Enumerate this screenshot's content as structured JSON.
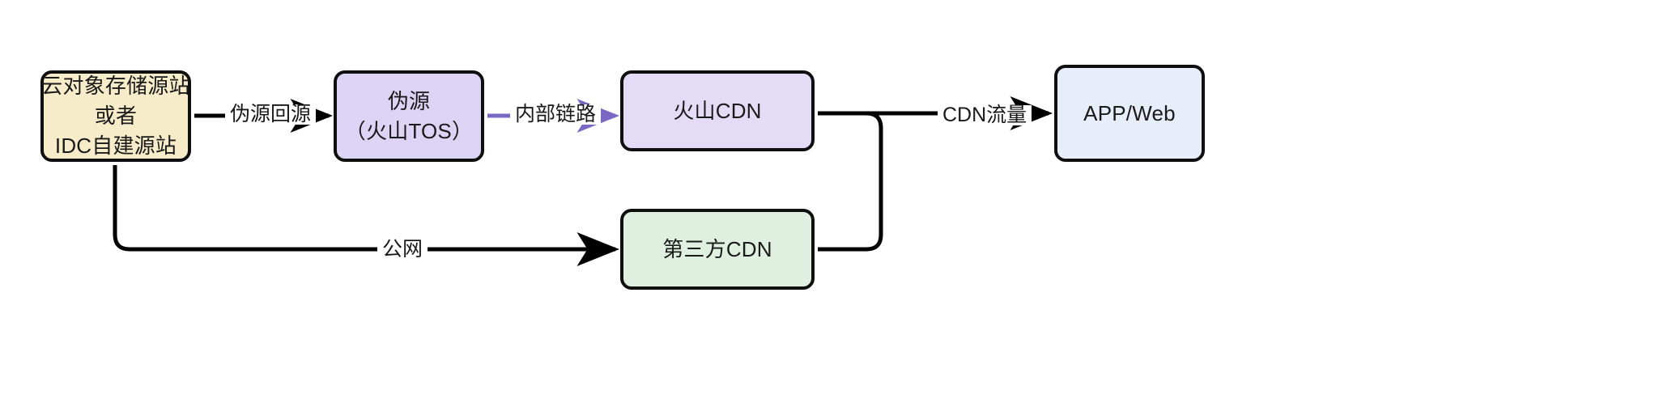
{
  "diagram": {
    "type": "flow",
    "nodes": [
      {
        "id": "origin",
        "lines": [
          "云对象存储源站",
          "或者",
          "IDC自建源站"
        ],
        "fill": "#f7ecc9"
      },
      {
        "id": "pseudo-origin",
        "lines": [
          "伪源",
          "（火山TOS）"
        ],
        "fill": "#ddd3f5"
      },
      {
        "id": "volcano-cdn",
        "lines": [
          "火山CDN"
        ],
        "fill": "#e4dcf7"
      },
      {
        "id": "thirdparty-cdn",
        "lines": [
          "第三方CDN"
        ],
        "fill": "#dff0e0"
      },
      {
        "id": "app-web",
        "lines": [
          "APP/Web"
        ],
        "fill": "#e8edfa"
      }
    ],
    "edges": [
      {
        "id": "pseudo-backhaul",
        "label": "伪源回源",
        "color": "#000000"
      },
      {
        "id": "internal-link",
        "label": "内部链路",
        "color": "#7b68c4"
      },
      {
        "id": "cdn-traffic",
        "label": "CDN流量",
        "color": "#000000"
      },
      {
        "id": "public-network",
        "label": "公网",
        "color": "#000000"
      }
    ]
  },
  "nodes": {
    "origin": {
      "line1": "云对象存储源站",
      "line2": "或者",
      "line3": "IDC自建源站"
    },
    "pseudo_origin": {
      "line1": "伪源",
      "line2": "（火山TOS）"
    },
    "volcano_cdn": {
      "line1": "火山CDN"
    },
    "thirdparty_cdn": {
      "line1": "第三方CDN"
    },
    "app_web": {
      "line1": "APP/Web"
    }
  },
  "edge_labels": {
    "pseudo_backhaul": "伪源回源",
    "internal_link": "内部链路",
    "cdn_traffic": "CDN流量",
    "public_network": "公网"
  },
  "colors": {
    "origin_fill": "#f7ecc9",
    "pseudo_origin_fill": "#ddd3f5",
    "volcano_cdn_fill": "#e4dcf7",
    "thirdparty_cdn_fill": "#dff0e0",
    "app_web_fill": "#e8edfa",
    "stroke": "#0f0f0f",
    "internal_link_stroke": "#7b68c4",
    "background": "#ffffff"
  }
}
